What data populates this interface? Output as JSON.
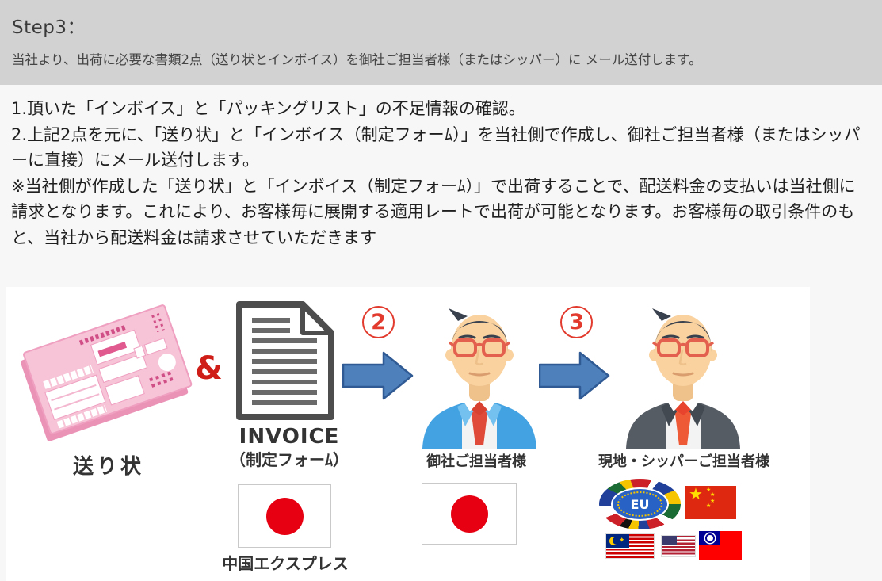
{
  "header": {
    "title": "Step3：",
    "subtitle": "当社より、出荷に必要な書類2点（送り状とインボイス）を御社ご担当者様（またはシッパー）に メール送付します。"
  },
  "instructions": {
    "item1": "1.頂いた「インボイス」と「パッキングリスト」の不足情報の確認。",
    "item2": "2.上記2点を元に、「送り状」と「インボイス（制定フォーﾑ）」を当社側で作成し、御社ご担当者様（またはシッパーに直接）にメール送付します。",
    "note": "※当社側が作成した「送り状」と「インボイス（制定フォーﾑ）」で出荷することで、配送料金の支払いは当社側に請求となります。これにより、お客様毎に展開する適用レートで出荷が可能となります。お客様毎の取引条件のもと、当社から配送料金は請求させていただきます"
  },
  "diagram": {
    "shipping_label_caption": "送り状",
    "ampersand": "&",
    "invoice_caption_line1": "INVOICE",
    "invoice_caption_line2": "（制定フォーﾑ）",
    "step_number_2": "2",
    "step_number_3": "3",
    "company_contact_caption": "御社ご担当者様",
    "shipper_contact_caption": "現地・シッパーご担当者様",
    "japan_flag_caption": "中国エクスプレス",
    "eu_badge_text": "EU",
    "flags_shown": [
      "japan",
      "japan",
      "eu",
      "china",
      "malaysia",
      "usa",
      "taiwan"
    ],
    "colors": {
      "step_badge_red": "#e23b2e",
      "ampersand_red": "#cf1d17",
      "arrow_blue_fill": "#4e80bc",
      "arrow_blue_border": "#2f5a93",
      "label_pink": "#f7c3d6",
      "japan_sun_red": "#e60012",
      "header_gray": "#d2d2d2"
    }
  }
}
